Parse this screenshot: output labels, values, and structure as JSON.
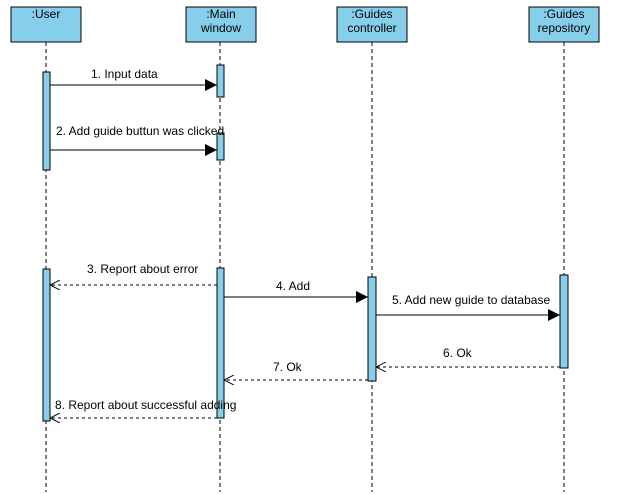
{
  "colors": {
    "box_fill": "#87CEEB",
    "stroke": "#000000",
    "background": "#FFFFFF"
  },
  "participants": [
    {
      "id": "user",
      "line1": ":User",
      "line2": ""
    },
    {
      "id": "main",
      "line1": ":Main",
      "line2": "window"
    },
    {
      "id": "controller",
      "line1": ":Guides",
      "line2": "controller"
    },
    {
      "id": "repository",
      "line1": ":Guides",
      "line2": "repository"
    }
  ],
  "messages": [
    {
      "n": "1",
      "text": "1. Input data",
      "from": "user",
      "to": "main",
      "kind": "sync"
    },
    {
      "n": "2",
      "text": "2. Add guide buttun was clicked",
      "from": "user",
      "to": "main",
      "kind": "sync"
    },
    {
      "n": "3",
      "text": "3. Report about error",
      "from": "main",
      "to": "user",
      "kind": "return"
    },
    {
      "n": "4",
      "text": "4. Add",
      "from": "main",
      "to": "controller",
      "kind": "sync"
    },
    {
      "n": "5",
      "text": "5. Add new guide to database",
      "from": "controller",
      "to": "repository",
      "kind": "sync"
    },
    {
      "n": "6",
      "text": "6. Ok",
      "from": "repository",
      "to": "controller",
      "kind": "return"
    },
    {
      "n": "7",
      "text": "7. Ok",
      "from": "controller",
      "to": "main",
      "kind": "return"
    },
    {
      "n": "8",
      "text": "8. Report about successful adding",
      "from": "main",
      "to": "user",
      "kind": "return"
    }
  ]
}
